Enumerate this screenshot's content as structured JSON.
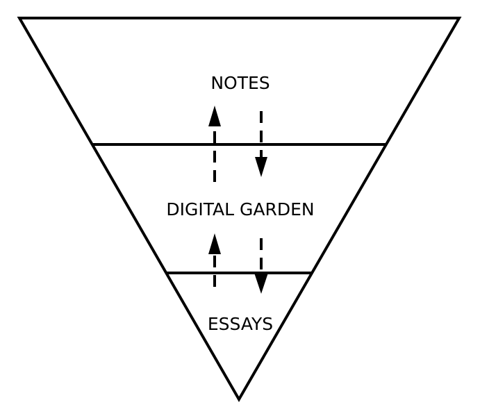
{
  "diagram": {
    "layers": [
      {
        "label": "NOTES"
      },
      {
        "label": "DIGITAL GARDEN"
      },
      {
        "label": "ESSAYS"
      }
    ]
  },
  "colors": {
    "stroke": "#000000",
    "background": "#ffffff"
  }
}
